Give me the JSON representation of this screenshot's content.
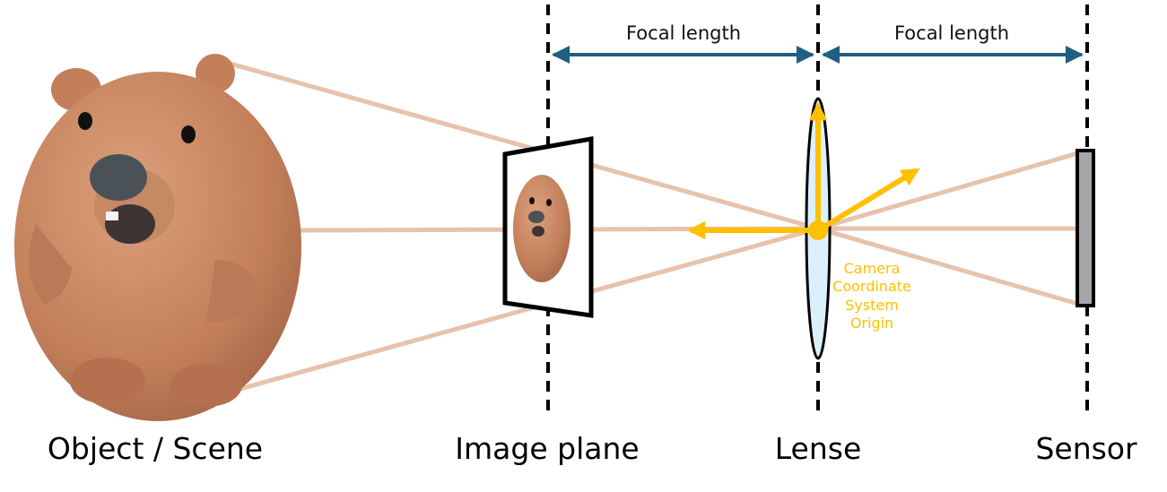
{
  "labels": {
    "object": "Object / Scene",
    "image_plane": "Image plane",
    "lens": "Lense",
    "sensor": "Sensor",
    "focal_left": "Focal length",
    "focal_right": "Focal length"
  },
  "origin_label": [
    "Camera",
    "Coordinate",
    "System",
    "Origin"
  ],
  "colors": {
    "ray": "#e6c3ad",
    "arrow_dim": "#1f5f80",
    "axis": "#ffc000",
    "lens_fill": "#dcf0fb",
    "sensor_fill": "#a6a6a6",
    "dashed": "#000000",
    "figure_body": "#c98a65",
    "figure_nose": "#4b5257"
  }
}
